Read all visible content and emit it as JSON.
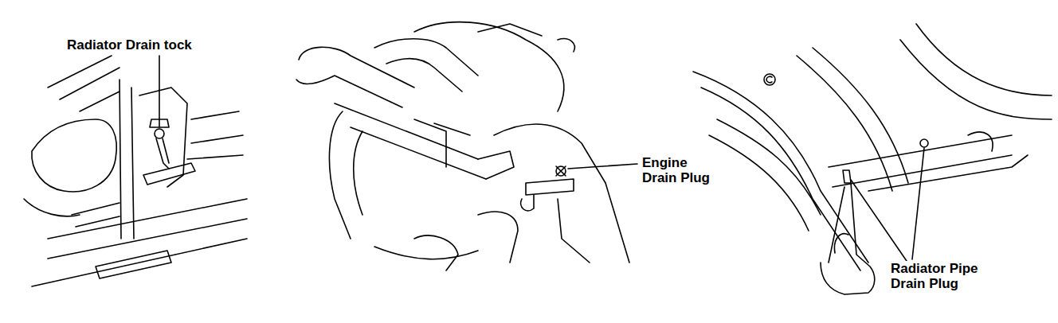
{
  "diagram": {
    "labels": [
      "Radiator Drain tock",
      "Engine Drain Plug",
      "Radiator Pipe Drain Plug"
    ]
  }
}
